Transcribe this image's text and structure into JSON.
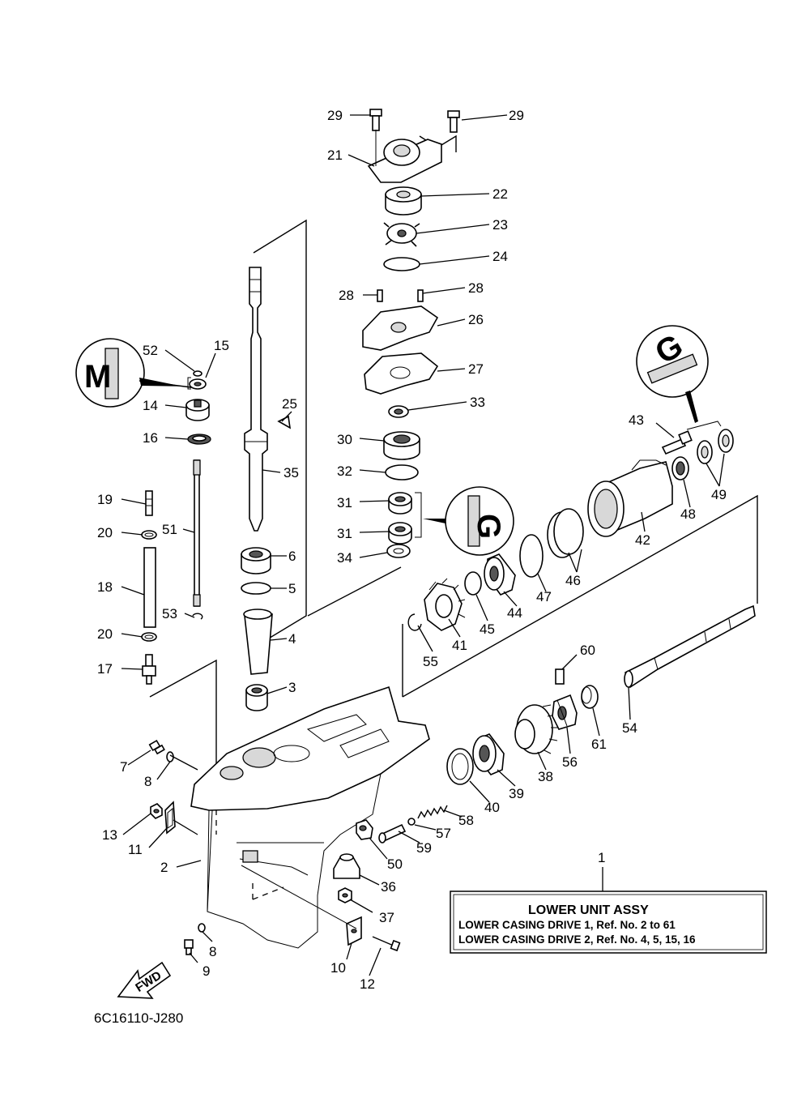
{
  "diagram_code": "6C16110-J280",
  "legend": {
    "ref": "1",
    "title": "LOWER UNIT ASSY",
    "lines": [
      "LOWER CASING DRIVE 1,  Ref. No. 2 to 61",
      "LOWER CASING DRIVE 2,  Ref. No. 4, 5, 15, 16"
    ]
  },
  "direction_label": "FWD",
  "marks": {
    "m": "M",
    "cc": "G"
  },
  "callouts": {
    "p29a": "29",
    "p29b": "29",
    "p21": "21",
    "p22": "22",
    "p23": "23",
    "p24": "24",
    "p28a": "28",
    "p28b": "28",
    "p26": "26",
    "p27": "27",
    "p33": "33",
    "p30": "30",
    "p32": "32",
    "p31a": "31",
    "p31b": "31",
    "p34": "34",
    "p52": "52",
    "p15": "15",
    "p14": "14",
    "p16": "16",
    "p25": "25",
    "p35": "35",
    "p19": "19",
    "p20a": "20",
    "p51": "51",
    "p18": "18",
    "p53": "53",
    "p20b": "20",
    "p17": "17",
    "p6": "6",
    "p5": "5",
    "p4": "4",
    "p3": "3",
    "p7": "7",
    "p8a": "8",
    "p13": "13",
    "p11": "11",
    "p2": "2",
    "p8b": "8",
    "p9": "9",
    "p10": "10",
    "p12": "12",
    "p37": "37",
    "p36": "36",
    "p50": "50",
    "p59": "59",
    "p57": "57",
    "p58": "58",
    "p40": "40",
    "p39": "39",
    "p38": "38",
    "p56": "56",
    "p61": "61",
    "p54": "54",
    "p60": "60",
    "p55": "55",
    "p41": "41",
    "p45": "45",
    "p44": "44",
    "p47": "47",
    "p46": "46",
    "p42": "42",
    "p48": "48",
    "p49": "49",
    "p43": "43"
  }
}
